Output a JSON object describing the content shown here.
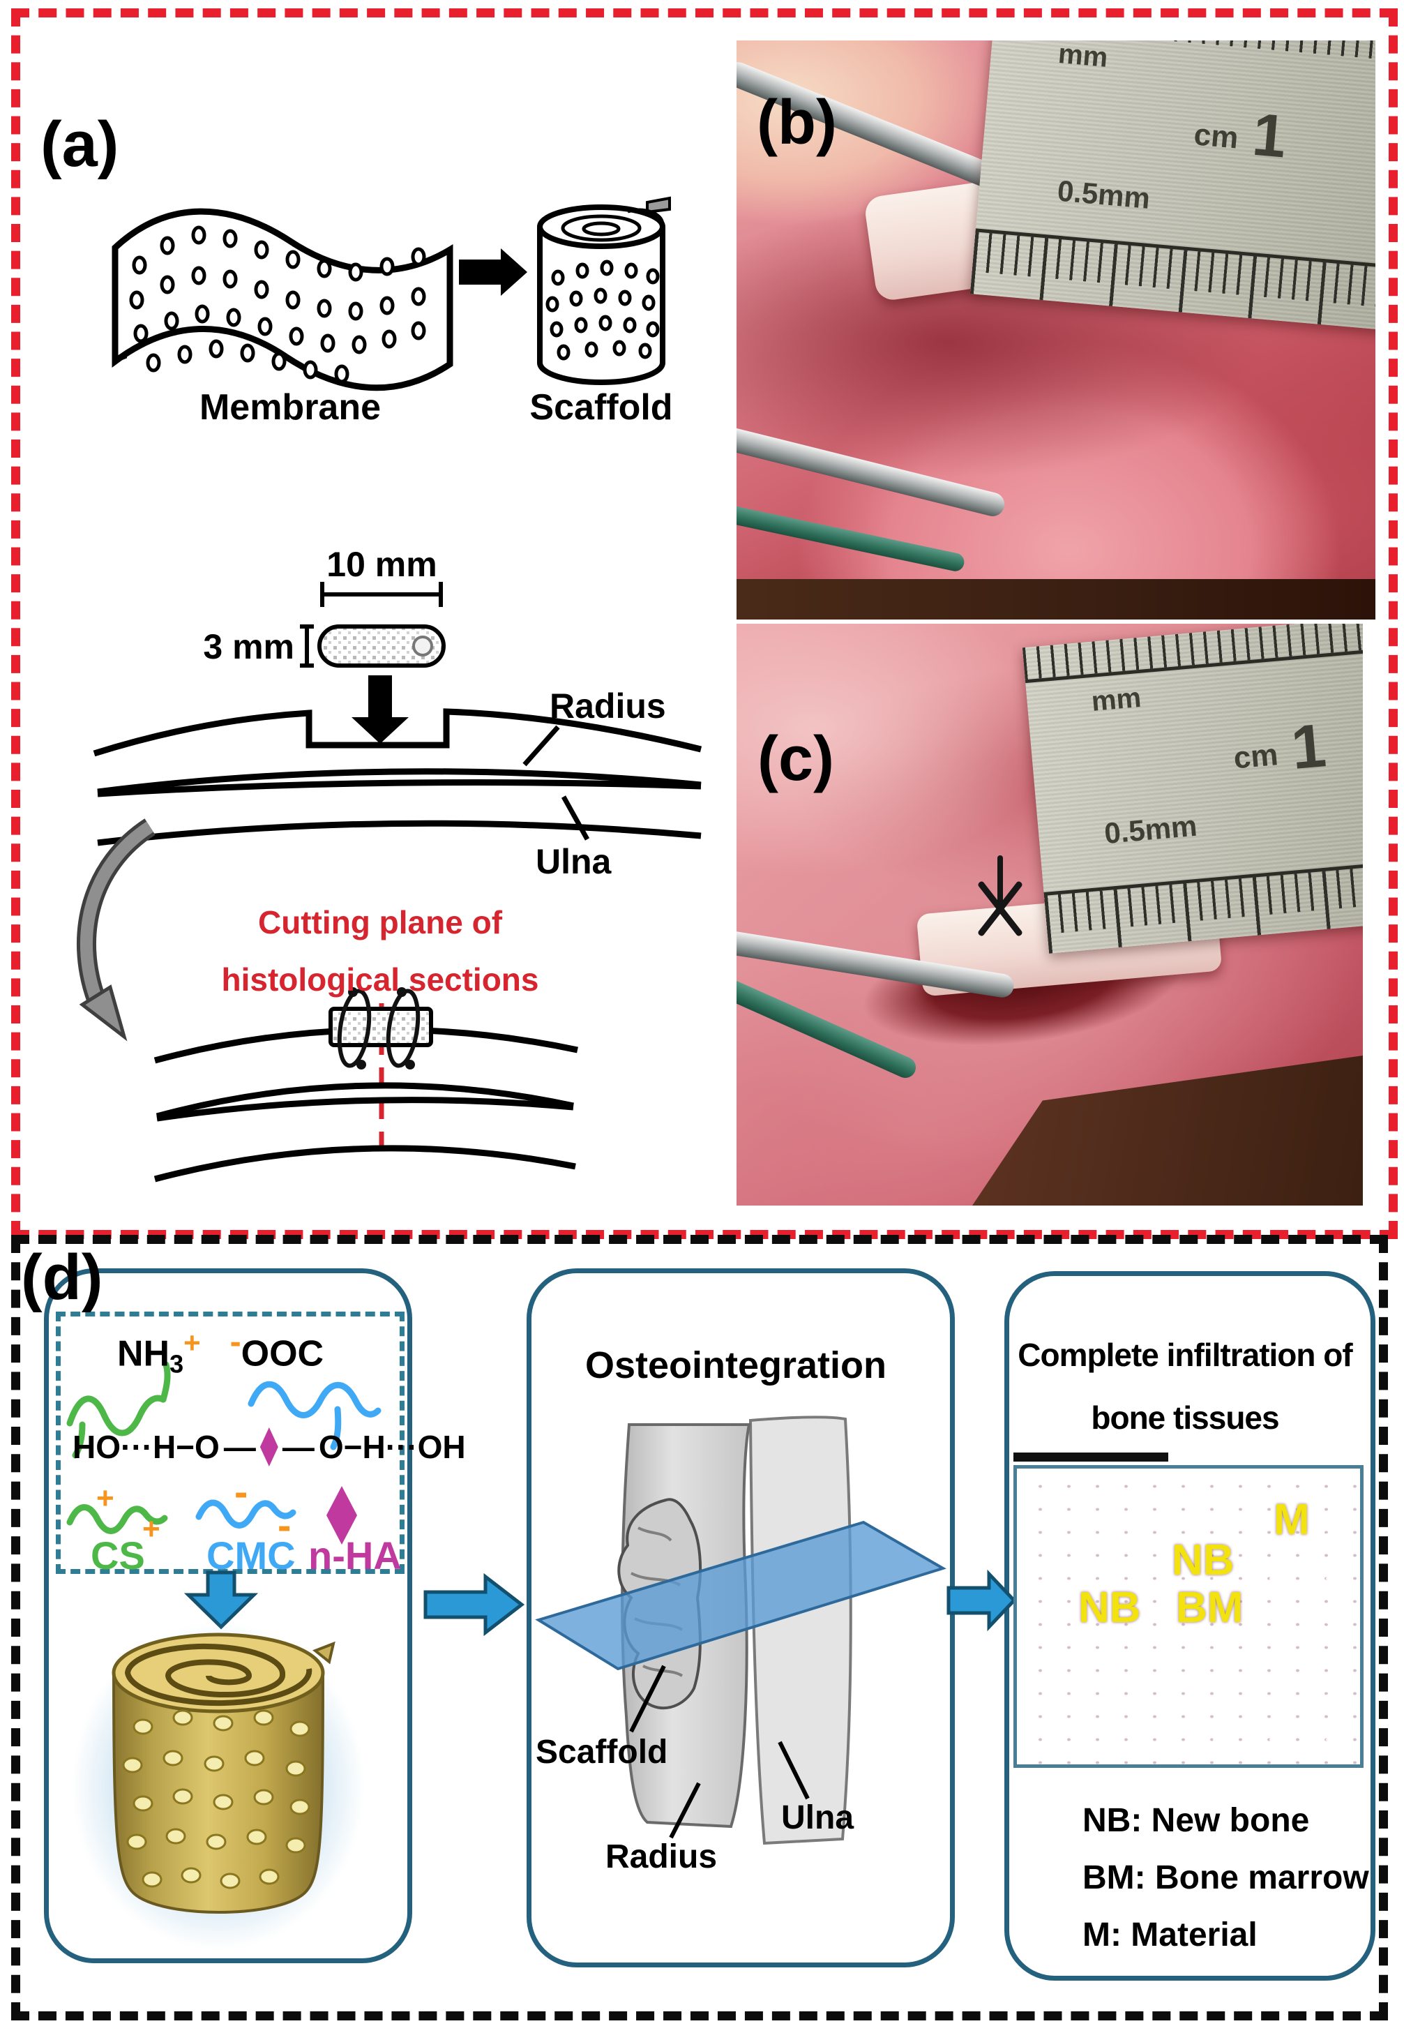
{
  "colors": {
    "red_dash": "#e8202e",
    "black_dash": "#0c0c0c",
    "box_border": "#24617f",
    "teal_dash": "#2e7d95",
    "cs_green": "#4db748",
    "cmc_blue": "#3fa9f5",
    "nha_magenta": "#c0399f",
    "orange": "#f7941d",
    "arrow_blue": "#2b99d6",
    "plane_blue": "#5b9bd5",
    "scaffold_gold": "#d9c36b",
    "yellow_label": "#f2e20e",
    "red_text": "#d6252f"
  },
  "panel_a": {
    "label": "(a)",
    "membrane": "Membrane",
    "scaffold": "Scaffold",
    "dim_width": "10 mm",
    "dim_height": "3 mm",
    "radius": "Radius",
    "ulna": "Ulna",
    "cutting_line1": "Cutting plane of",
    "cutting_line2": "histological sections"
  },
  "panel_b": {
    "label": "(b)",
    "ruler": {
      "mm": "mm",
      "cm": "cm",
      "one": "1",
      "half": "0.5mm"
    }
  },
  "panel_c": {
    "label": "(c)",
    "ruler": {
      "mm": "mm",
      "cm": "cm",
      "one": "1",
      "half": "0.5mm"
    }
  },
  "panel_d": {
    "label": "(d)",
    "chemistry": {
      "nh": "NH",
      "nh_sub": "3",
      "plus": "+",
      "minus": "-",
      "ooc": "OOC",
      "hbond_left": "HO···H−O",
      "bond_dash": "—",
      "hbond_right": "O−H···OH",
      "cs": "CS",
      "cs_plus1": "+",
      "cs_plus2": "+",
      "cmc": "CMC",
      "cmc_minus1": "-",
      "cmc_minus2": "-",
      "nha": "n-HA"
    },
    "osteo": {
      "title": "Osteointegration",
      "scaffold": "Scaffold",
      "radius": "Radius",
      "ulna": "Ulna"
    },
    "infiltration": {
      "title1": "Complete infiltration of",
      "title2": "bone tissues",
      "m": "M",
      "nb_center": "NB",
      "nb_left": "NB",
      "bm": "BM",
      "legend": [
        {
          "text": "NB: New bone"
        },
        {
          "text": "BM: Bone marrow"
        },
        {
          "text": "M: Material"
        }
      ]
    }
  }
}
